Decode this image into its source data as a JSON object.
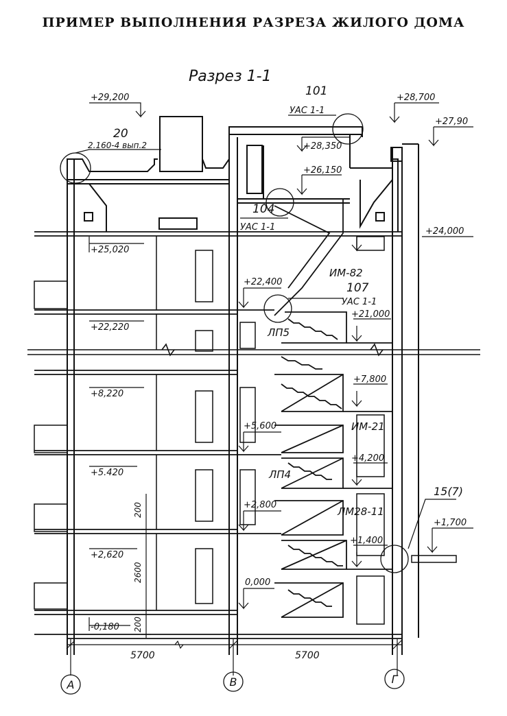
{
  "title": "ПРИМЕР ВЫПОЛНЕНИЯ РАЗРЕЗА ЖИЛОГО ДОМА",
  "section_label": "Разрез 1-1",
  "callouts": {
    "c20": "20",
    "c20_sub": "2.160-4 вып.2",
    "c101": "101",
    "c101_sub": "УАС 1-1",
    "c104": "104",
    "c104_sub": "УАС 1-1",
    "c107": "107",
    "c107_sub": "УАС 1-1",
    "c15": "15(7)"
  },
  "elevations": {
    "e29200": "+29,200",
    "e28700": "+28,700",
    "e27900": "+27,90",
    "e28350": "+28,350",
    "e26150": "+26,150",
    "e24000": "+24,000",
    "e25020": "+25,020",
    "e22400": "+22,400",
    "e21000": "+21,000",
    "e22220": "+22,220",
    "e8220": "+8,220",
    "e7800": "+7,800",
    "e5600": "+5,600",
    "e5420": "+5.420",
    "e4200": "+4,200",
    "e2800": "+2,800",
    "e2620": "+2,620",
    "e1700": "+1,700",
    "e1400": "+1,400",
    "e0000": "0,000",
    "em0180": "-0,180"
  },
  "marks": {
    "im82": "ИМ-82",
    "lp5": "ЛП5",
    "im21": "ИМ-21",
    "lp4": "ЛП4",
    "lm2811": "ЛМ28-11"
  },
  "dimensions": {
    "d200a": "200",
    "d2600": "2600",
    "d200b": "200",
    "span1": "5700",
    "span2": "5700"
  },
  "axes": [
    "А",
    "В",
    "Г"
  ]
}
